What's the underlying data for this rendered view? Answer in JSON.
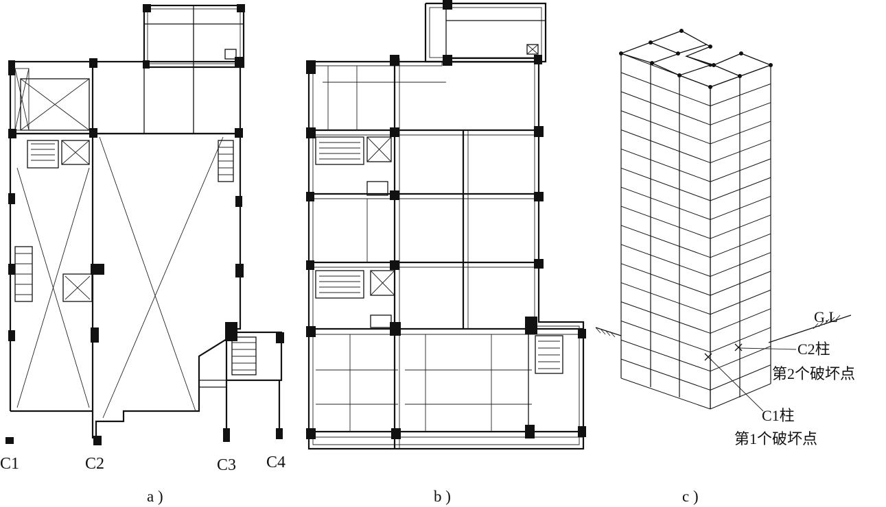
{
  "figure_a": {
    "column_labels": [
      "C1",
      "C2",
      "C3",
      "C4"
    ],
    "caption": "a )"
  },
  "figure_b": {
    "caption": "b )"
  },
  "figure_c": {
    "caption": "c )",
    "ground_label": "G.L",
    "annotations": [
      {
        "column": "C2柱",
        "text": "第2个破坏点"
      },
      {
        "column": "C1柱",
        "text": "第1个破坏点"
      }
    ]
  }
}
